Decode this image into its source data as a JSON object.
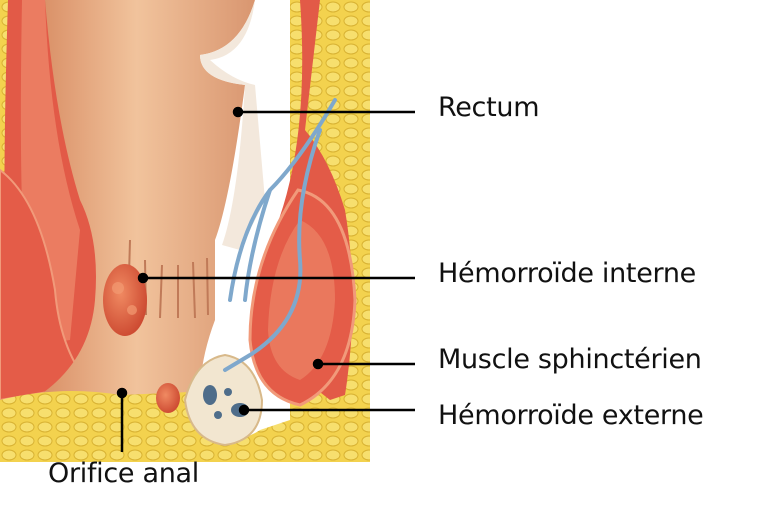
{
  "labels": {
    "rectum": "Rectum",
    "internal_hemorrhoid": "Hémorroïde interne",
    "sphincter_muscle": "Muscle sphinctérien",
    "external_hemorrhoid": "Hémorroïde externe",
    "anal_orifice": "Orifice anal"
  },
  "colors": {
    "fat": "#f3d24e",
    "muscle": "#e25a47",
    "muscle_light": "#f08a6e",
    "mucosa": "#eab58c",
    "hemorrhoid": "#e0553a",
    "vein": "#7fa8cc",
    "leader": "#000000"
  }
}
